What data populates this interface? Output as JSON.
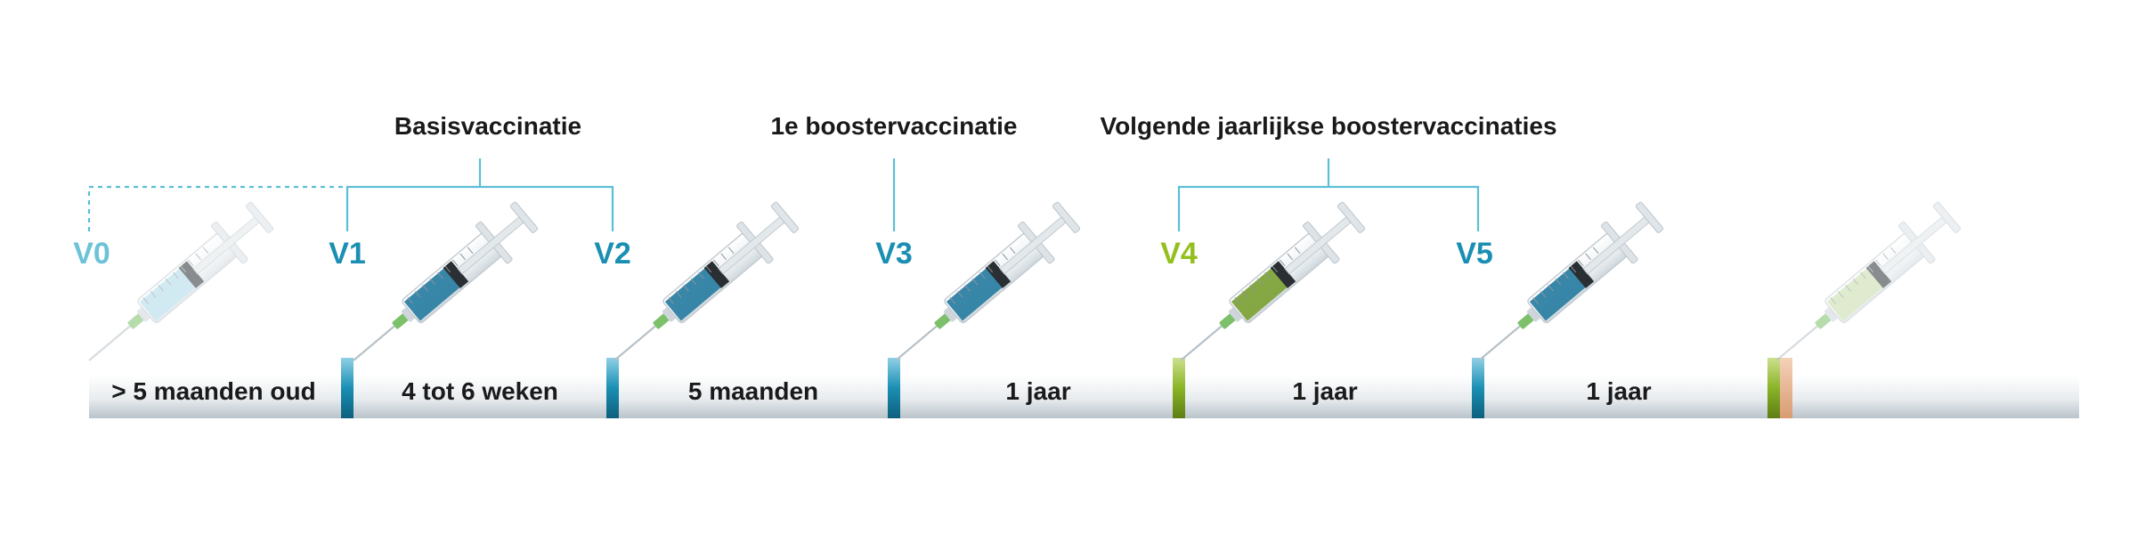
{
  "headings": {
    "basis": "Basisvaccinatie",
    "booster1": "1e boostervaccinatie",
    "yearly": "Volgende jaarlijkse boostervaccinaties"
  },
  "visits": [
    {
      "label": "V0",
      "color": "#6cc3d8"
    },
    {
      "label": "V1",
      "color": "#1a8fb3"
    },
    {
      "label": "V2",
      "color": "#1a8fb3"
    },
    {
      "label": "V3",
      "color": "#1a8fb3"
    },
    {
      "label": "V4",
      "color": "#93c01f"
    },
    {
      "label": "V5",
      "color": "#1a8fb3"
    }
  ],
  "intervals": [
    "> 5 maanden oud",
    "4 tot 6 weken",
    "5 maanden",
    "1 jaar",
    "1 jaar",
    "1 jaar"
  ],
  "colors": {
    "bracket": "#5bbfd6",
    "marker_blue": "#1a8fb3",
    "marker_green": "#8ab427",
    "liquid_blue": "#2d7fa3",
    "liquid_light": "#a9d6e6",
    "liquid_green": "#7fa33a",
    "liquid_pale_green": "#c3d9a4"
  }
}
